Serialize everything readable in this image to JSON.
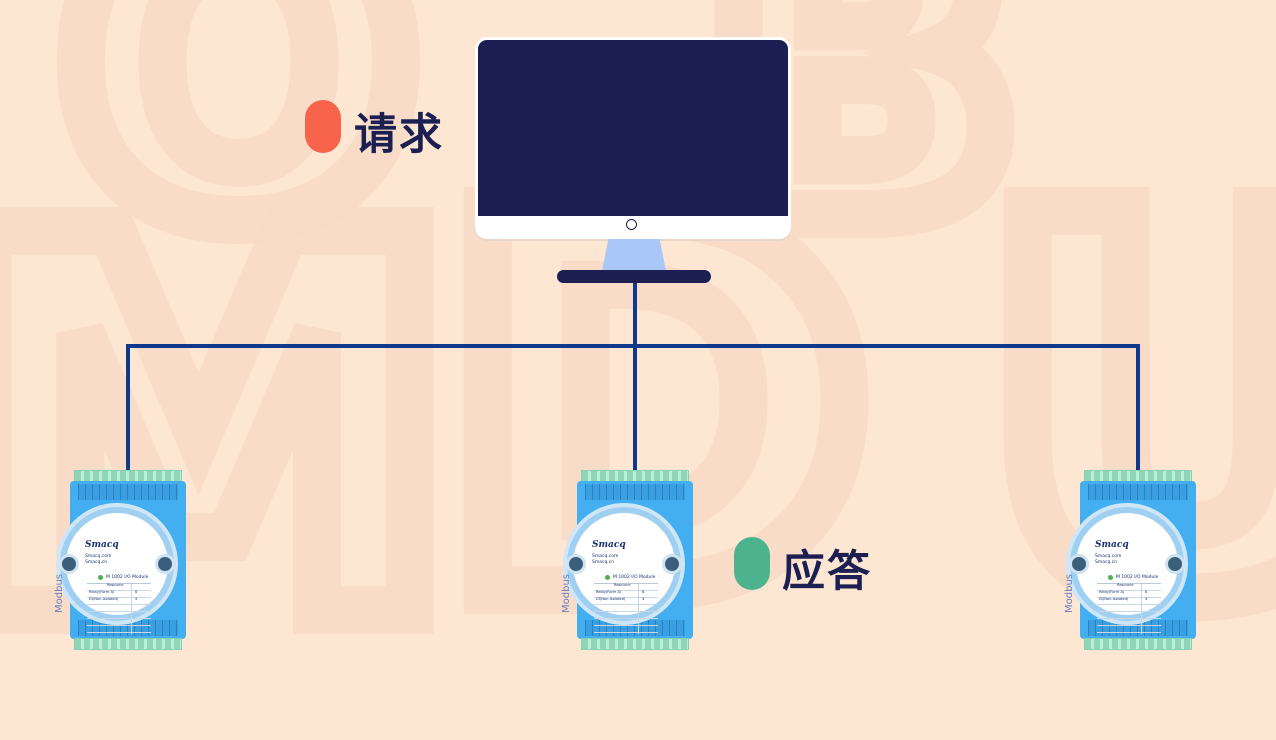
{
  "background": {
    "color": "#fde6d2",
    "watermark_color": "#f8dbc6"
  },
  "computer": {
    "screen_color": "#1b1f52",
    "frame_color": "#ffffff",
    "stand_color": "#aac8f7"
  },
  "labels": {
    "request": "请求",
    "response": "应答",
    "request_color": "#f7634b",
    "response_color": "#4db38f"
  },
  "cable_color": "#0f3a8c",
  "modules": [
    {
      "brand": "Smacq",
      "urls": [
        "Smacq.com",
        "Smacq.cn"
      ],
      "title": "M 1002 I/O Module",
      "side_label": "Modbus",
      "resource_header": "Resource",
      "rows": [
        {
          "name": "Relay(Form A)",
          "value": "6"
        },
        {
          "name": "DI(Non-Isolated)",
          "value": "4"
        }
      ]
    },
    {
      "brand": "Smacq",
      "urls": [
        "Smacq.com",
        "Smacq.cn"
      ],
      "title": "M 1002 I/O Module",
      "side_label": "Modbus",
      "resource_header": "Resource",
      "rows": [
        {
          "name": "Relay(Form A)",
          "value": "6"
        },
        {
          "name": "DI(Non-Isolated)",
          "value": "4"
        }
      ]
    },
    {
      "brand": "Smacq",
      "urls": [
        "Smacq.com",
        "Smacq.cn"
      ],
      "title": "M 1002 I/O Module",
      "side_label": "Modbus",
      "resource_header": "Resource",
      "rows": [
        {
          "name": "Relay(Form A)",
          "value": "6"
        },
        {
          "name": "DI(Non-Isolated)",
          "value": "4"
        }
      ]
    }
  ]
}
